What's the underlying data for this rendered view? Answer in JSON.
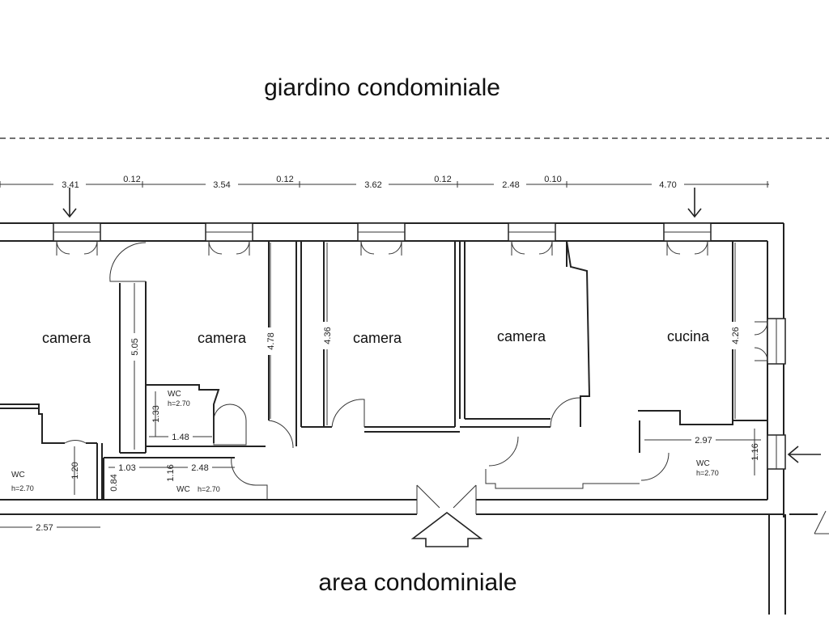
{
  "labels": {
    "top": "giardino condominiale",
    "bottom": "area condominiale"
  },
  "rooms": [
    {
      "name": "camera"
    },
    {
      "name": "camera"
    },
    {
      "name": "camera"
    },
    {
      "name": "camera"
    },
    {
      "name": "cucina"
    }
  ],
  "top_dimensions": [
    "3.41",
    "0.12",
    "3.54",
    "0.12",
    "3.62",
    "0.12",
    "2.48",
    "0.10",
    "4.70"
  ],
  "room_heights": [
    "5.05",
    "4.78",
    "4.36",
    "4.26"
  ],
  "wc_rooms": [
    {
      "label": "WC",
      "height": "h=2.70"
    },
    {
      "label": "WC",
      "height": "h=2.70"
    },
    {
      "label": "WC",
      "height": "h=2.70"
    },
    {
      "label": "WC",
      "height": "h=2.70"
    }
  ],
  "small_dimensions": {
    "d_1_33": "1.33",
    "d_1_48": "1.48",
    "d_1_20": "1.20",
    "d_1_03": "1.03",
    "d_1_16a": "1.16",
    "d_2_48": "2.48",
    "d_0_84": "0.84",
    "d_2_97": "2.97",
    "d_1_16b": "1.16",
    "d_2_57": "2.57"
  },
  "icons": [
    "entrance-arrow-icon",
    "side-entry-arrow-icon",
    "window-arrow-icon"
  ]
}
